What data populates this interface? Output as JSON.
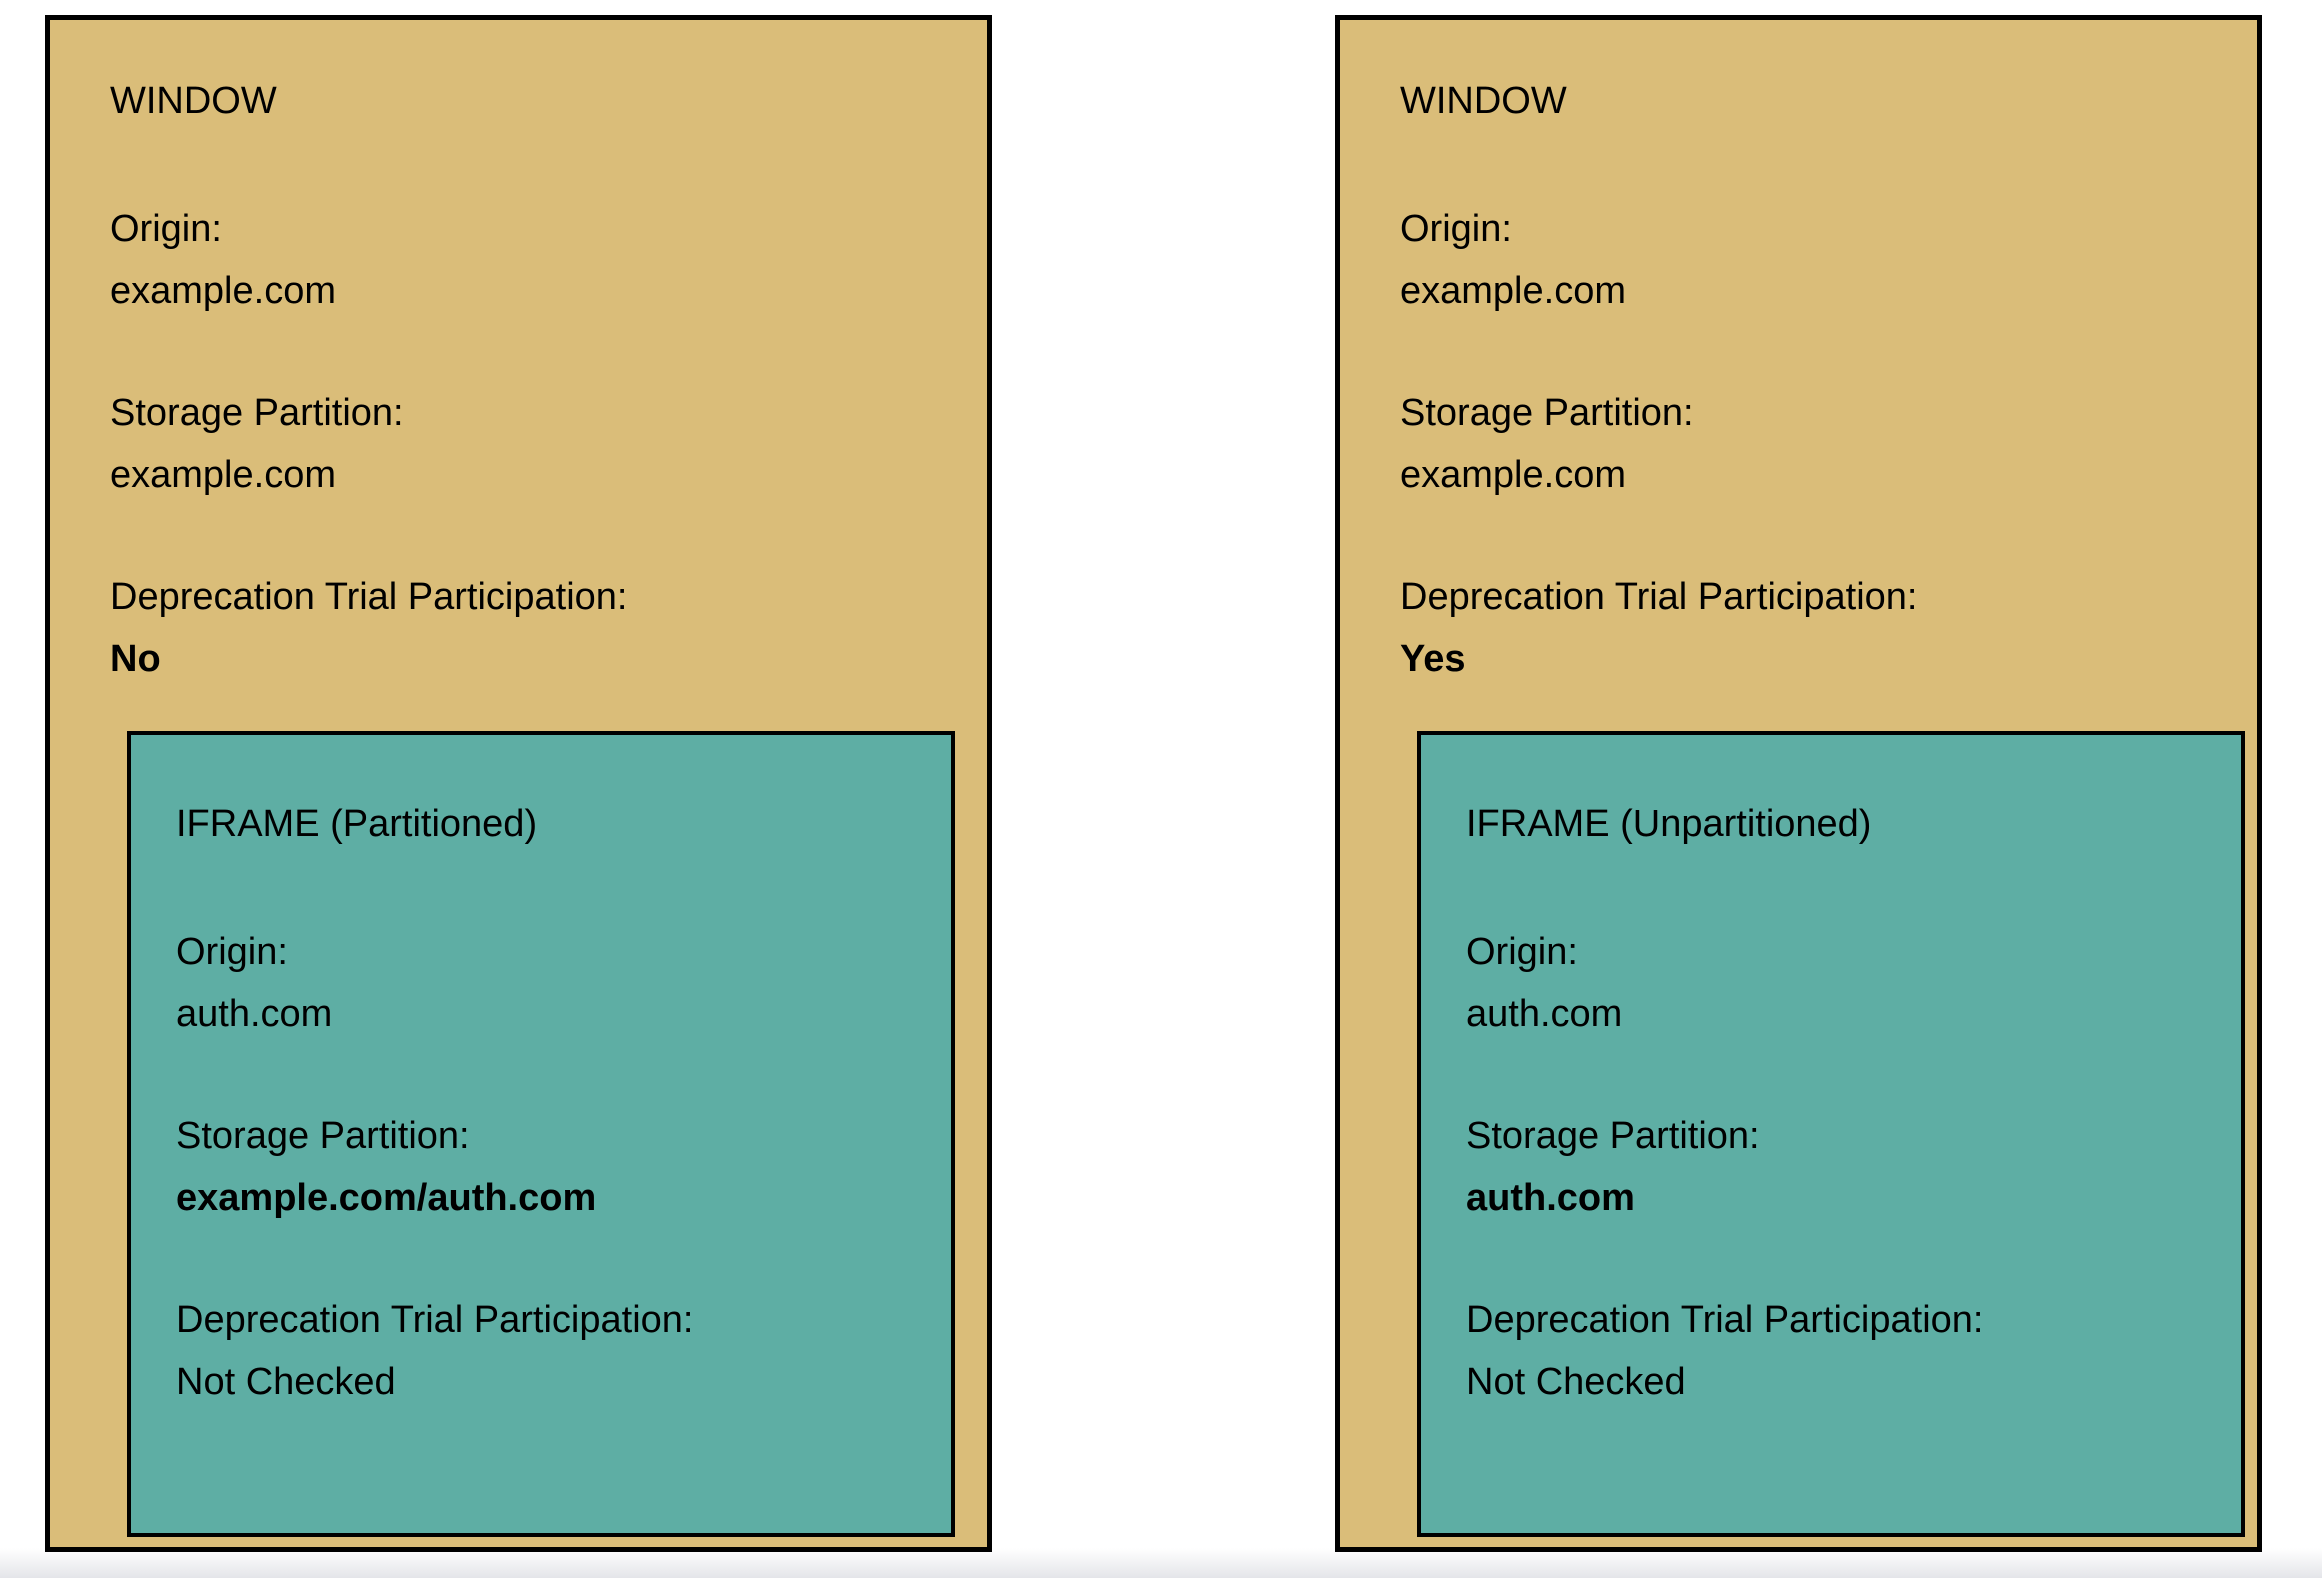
{
  "colors": {
    "window_bg": "#DABD79",
    "iframe_bg": "#5EAEA4",
    "border": "#000000",
    "page_bg": "#ffffff"
  },
  "windows": [
    {
      "title": "WINDOW",
      "fields": [
        {
          "label": "Origin:",
          "value": "example.com"
        },
        {
          "label": "Storage Partition:",
          "value": "example.com"
        },
        {
          "label": "Deprecation Trial Participation:",
          "value": "No"
        }
      ],
      "iframe": {
        "title": "IFRAME (Partitioned)",
        "fields": [
          {
            "label": "Origin:",
            "value": "auth.com"
          },
          {
            "label": "Storage Partition:",
            "value": "example.com/auth.com"
          },
          {
            "label": "Deprecation Trial Participation:",
            "value": "Not Checked"
          }
        ]
      }
    },
    {
      "title": "WINDOW",
      "fields": [
        {
          "label": "Origin:",
          "value": "example.com"
        },
        {
          "label": "Storage Partition:",
          "value": "example.com"
        },
        {
          "label": "Deprecation Trial Participation:",
          "value": "Yes"
        }
      ],
      "iframe": {
        "title": "IFRAME (Unpartitioned)",
        "fields": [
          {
            "label": "Origin:",
            "value": "auth.com"
          },
          {
            "label": "Storage Partition:",
            "value": "auth.com"
          },
          {
            "label": "Deprecation Trial Participation:",
            "value": "Not Checked"
          }
        ]
      }
    }
  ]
}
